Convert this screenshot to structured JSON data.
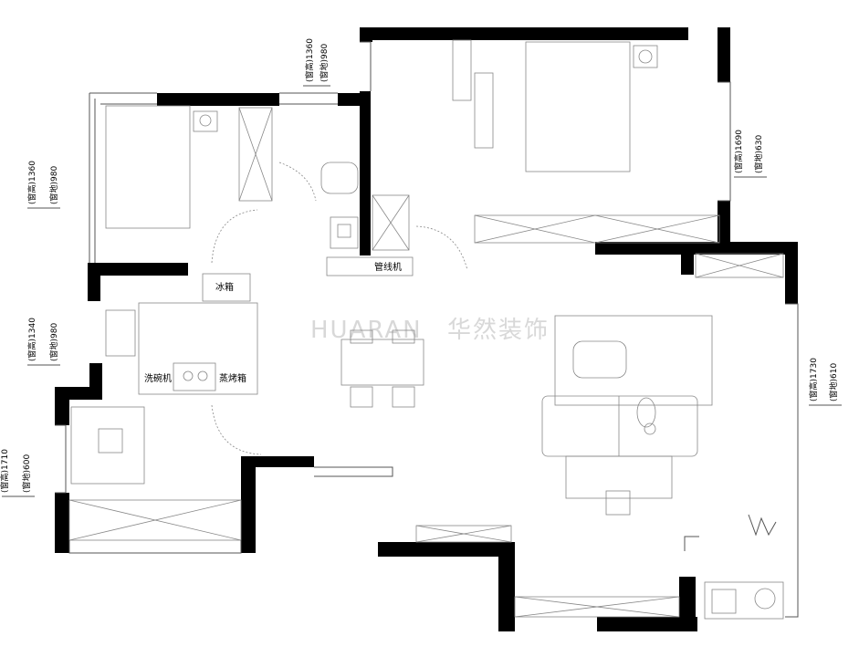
{
  "watermark": {
    "latin": "HUARAN",
    "cn": "华然装饰"
  },
  "labels": {
    "fridge": "冰箱",
    "dishwasher": "洗碗机",
    "steam_oven": "蒸烤箱",
    "water_heater": "管线机"
  },
  "dimensions": {
    "top_center": {
      "window": "(窗高)1360",
      "sill": "(窗地)980"
    },
    "left_upper": {
      "window": "(窗高)1360",
      "sill": "(窗地)980"
    },
    "left_middle": {
      "window": "(窗高)1340",
      "sill": "(窗地)980"
    },
    "left_lower": {
      "window": "(窗高)1710",
      "sill": "(窗地)600"
    },
    "right_upper": {
      "window": "(窗高)1690",
      "sill": "(窗地)630"
    },
    "right_lower": {
      "window": "(窗高)1730",
      "sill": "(窗地)610"
    }
  }
}
